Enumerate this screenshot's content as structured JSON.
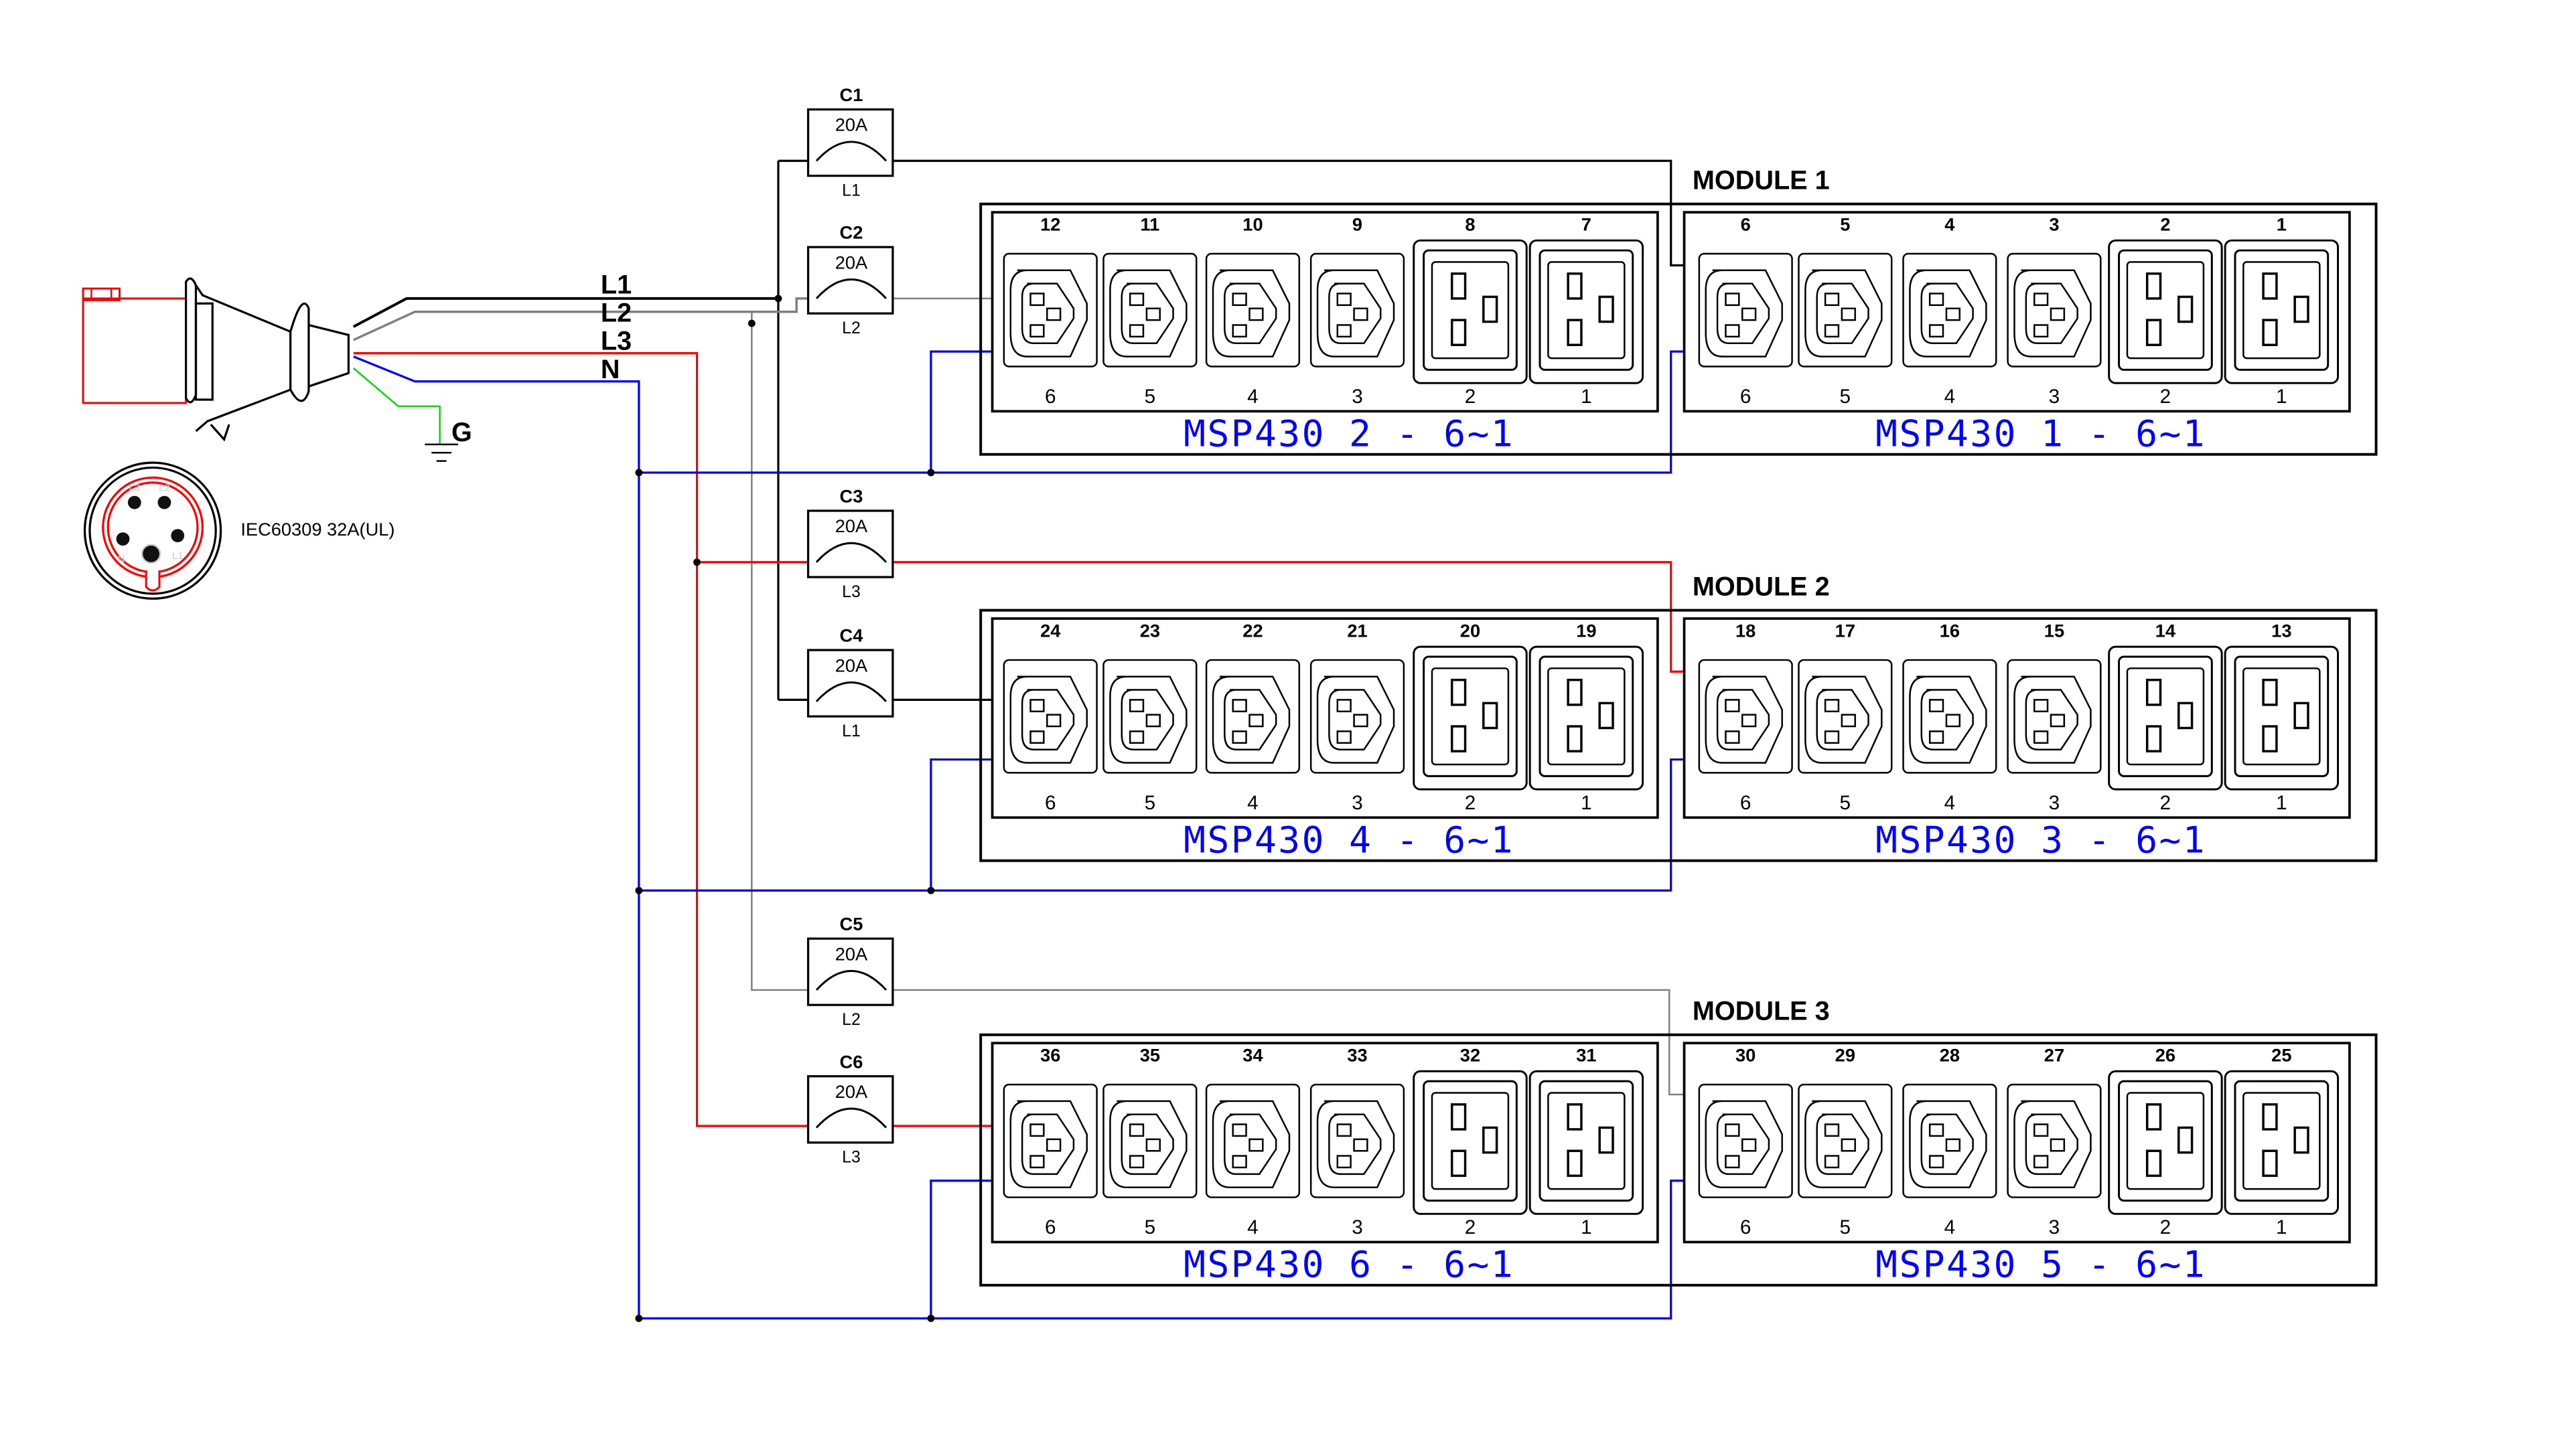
{
  "colors": {
    "L1": "#000000",
    "L2": "#808080",
    "L3": "#ff0000",
    "N": "#0000ff",
    "G": "#00dd00",
    "plug": "#ff0000",
    "label_blue": "#0000ff"
  },
  "wire_labels": {
    "L1": "L1",
    "L2": "L2",
    "L3": "L3",
    "N": "N",
    "G": "G"
  },
  "socket_label": "IEC60309 32A(UL)",
  "socket_pins": [
    "L3",
    "L2",
    "N",
    "L1"
  ],
  "breakers": [
    {
      "name": "C1",
      "rating": "20A",
      "phase": "L1"
    },
    {
      "name": "C2",
      "rating": "20A",
      "phase": "L2"
    },
    {
      "name": "C3",
      "rating": "20A",
      "phase": "L3"
    },
    {
      "name": "C4",
      "rating": "20A",
      "phase": "L1"
    },
    {
      "name": "C5",
      "rating": "20A",
      "phase": "L2"
    },
    {
      "name": "C6",
      "rating": "20A",
      "phase": "L3"
    }
  ],
  "modules": [
    {
      "title": "MODULE 1",
      "strips": [
        {
          "label": "MSP430 2 - 6~1",
          "top": [
            "12",
            "11",
            "10",
            "9",
            "8",
            "7"
          ],
          "bottom": [
            "6",
            "5",
            "4",
            "3",
            "2",
            "1"
          ]
        },
        {
          "label": "MSP430 1 - 6~1",
          "top": [
            "6",
            "5",
            "4",
            "3",
            "2",
            "1"
          ],
          "bottom": [
            "6",
            "5",
            "4",
            "3",
            "2",
            "1"
          ]
        }
      ]
    },
    {
      "title": "MODULE 2",
      "strips": [
        {
          "label": "MSP430 4 - 6~1",
          "top": [
            "24",
            "23",
            "22",
            "21",
            "20",
            "19"
          ],
          "bottom": [
            "6",
            "5",
            "4",
            "3",
            "2",
            "1"
          ]
        },
        {
          "label": "MSP430 3 - 6~1",
          "top": [
            "18",
            "17",
            "16",
            "15",
            "14",
            "13"
          ],
          "bottom": [
            "6",
            "5",
            "4",
            "3",
            "2",
            "1"
          ]
        }
      ]
    },
    {
      "title": "MODULE 3",
      "strips": [
        {
          "label": "MSP430 6 - 6~1",
          "top": [
            "36",
            "35",
            "34",
            "33",
            "32",
            "31"
          ],
          "bottom": [
            "6",
            "5",
            "4",
            "3",
            "2",
            "1"
          ]
        },
        {
          "label": "MSP430 5 - 6~1",
          "top": [
            "30",
            "29",
            "28",
            "27",
            "26",
            "25"
          ],
          "bottom": [
            "6",
            "5",
            "4",
            "3",
            "2",
            "1"
          ]
        }
      ]
    }
  ]
}
